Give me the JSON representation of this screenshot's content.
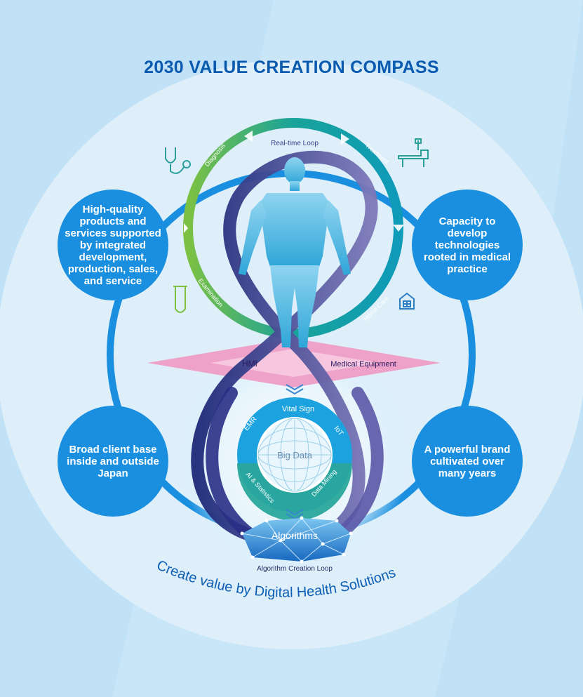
{
  "title": "2030 VALUE CREATION COMPASS",
  "strengths": {
    "top_left": "High-quality products and services supported by integrated development, production, sales, and service",
    "top_right": "Capacity to develop technologies rooted in medical practice",
    "bottom_left": "Broad client base inside and outside Japan",
    "bottom_right": "A powerful brand cultivated over many years"
  },
  "real_time_loop": {
    "label": "Real-time Loop",
    "stages": [
      "Diagnosis",
      "Treatment",
      "Home Care",
      "Examination"
    ]
  },
  "interface": {
    "left": "HMI",
    "right": "Medical Equipment"
  },
  "big_data": {
    "center": "Big Data",
    "inputs": [
      "Vital Sign",
      "EMR",
      "IoT",
      "AI & Statistics",
      "Data Mining"
    ]
  },
  "algorithms_label": "Algorithms",
  "algorithm_loop_label": "Algorithm Creation Loop",
  "tagline": "Create value by Digital Health Solutions",
  "colors": {
    "title": "#0a5ab0",
    "bubble": "#1a8fe0",
    "loop_green": "#7cc142",
    "loop_teal": "#1ea5a5",
    "loop_navy": "#1e2a78",
    "pink": "#ee9cc6"
  },
  "icons": {
    "diagnosis": "stethoscope-icon",
    "treatment": "hospital-bed-icon",
    "examination": "test-tube-icon",
    "home_care": "house-icon"
  }
}
